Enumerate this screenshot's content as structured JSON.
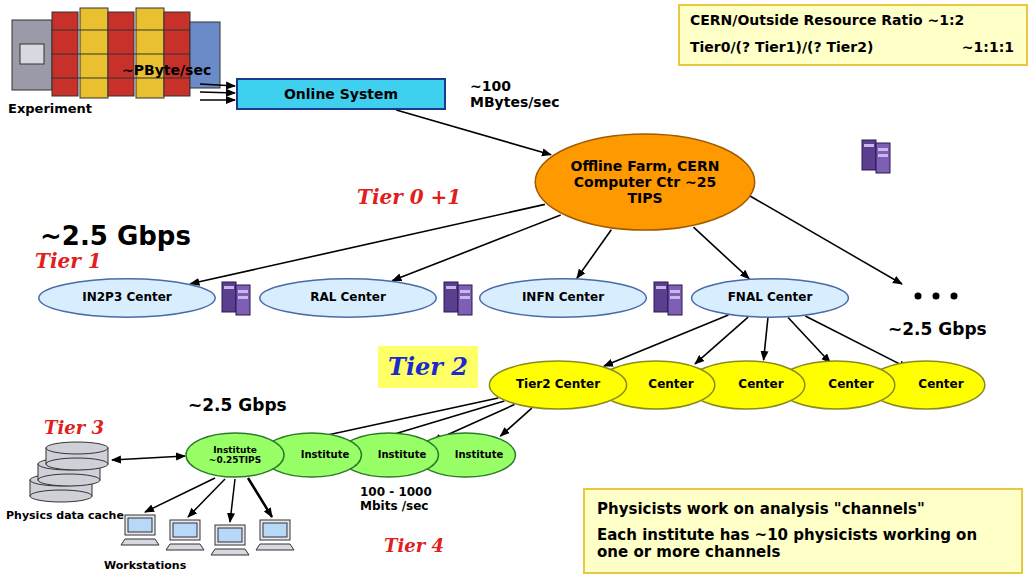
{
  "diagram": {
    "nodes": [
      {
        "text": [
          "CERN/Outside Resource Ratio ~1:2",
          "Tier0/(? Tier1)/(? Tier2)",
          "~1:1:1"
        ]
      },
      {
        "text": [
          "Online System"
        ]
      },
      {
        "text": [
          "Offline Farm, CERN Computer Ctr ~25 TIPS"
        ]
      },
      {
        "text": [
          "IN2P3 Center"
        ]
      },
      {
        "text": [
          "RAL Center"
        ]
      },
      {
        "text": [
          "INFN Center"
        ]
      },
      {
        "text": [
          "FNAL Center"
        ]
      },
      {
        "text": [
          "Tier 2"
        ]
      },
      {
        "text": [
          "Tier2 Center"
        ]
      },
      {
        "text": [
          "Center"
        ]
      },
      {
        "text": [
          "Center"
        ]
      },
      {
        "text": [
          "Center"
        ]
      },
      {
        "text": [
          "Center"
        ]
      },
      {
        "text": [
          "Institute ~0.25TIPS"
        ]
      },
      {
        "text": [
          "Institute"
        ]
      },
      {
        "text": [
          "Institute"
        ]
      },
      {
        "text": [
          "Institute"
        ]
      },
      {
        "text": [
          "Physicists work on analysis \"channels\"",
          "Each institute has ~10 physicists working on one or more channels"
        ]
      }
    ],
    "edges": [
      {
        "from": 1,
        "to": 2,
        "arrow": "to"
      },
      {
        "from": 2,
        "to": 3,
        "arrow": "to"
      },
      {
        "from": 2,
        "to": 4,
        "arrow": "to"
      },
      {
        "from": 2,
        "to": 5,
        "arrow": "to"
      },
      {
        "from": 2,
        "to": 6,
        "arrow": "to"
      },
      {
        "from": 6,
        "to": 8,
        "arrow": "to"
      },
      {
        "from": 6,
        "to": 9,
        "arrow": "to"
      },
      {
        "from": 6,
        "to": 10,
        "arrow": "to"
      },
      {
        "from": 6,
        "to": 11,
        "arrow": "to"
      },
      {
        "from": 6,
        "to": 12,
        "arrow": "to"
      },
      {
        "from": 8,
        "to": 13,
        "arrow": "to"
      },
      {
        "from": 8,
        "to": 14,
        "arrow": "to"
      },
      {
        "from": 8,
        "to": 15,
        "arrow": "to"
      },
      {
        "from": 8,
        "to": 16,
        "arrow": "to"
      }
    ],
    "labels": [
      "~PByte/sec",
      "Experiment",
      "~100 MBytes/sec",
      "Tier 0 +1",
      "~2.5 Gbps",
      "Tier 1",
      "~2.5 Gbps",
      "~2.5 Gbps",
      "Tier 3",
      "Physics data cache",
      "100 - 1000 Mbits /sec",
      "Workstations",
      "Tier 4"
    ]
  }
}
